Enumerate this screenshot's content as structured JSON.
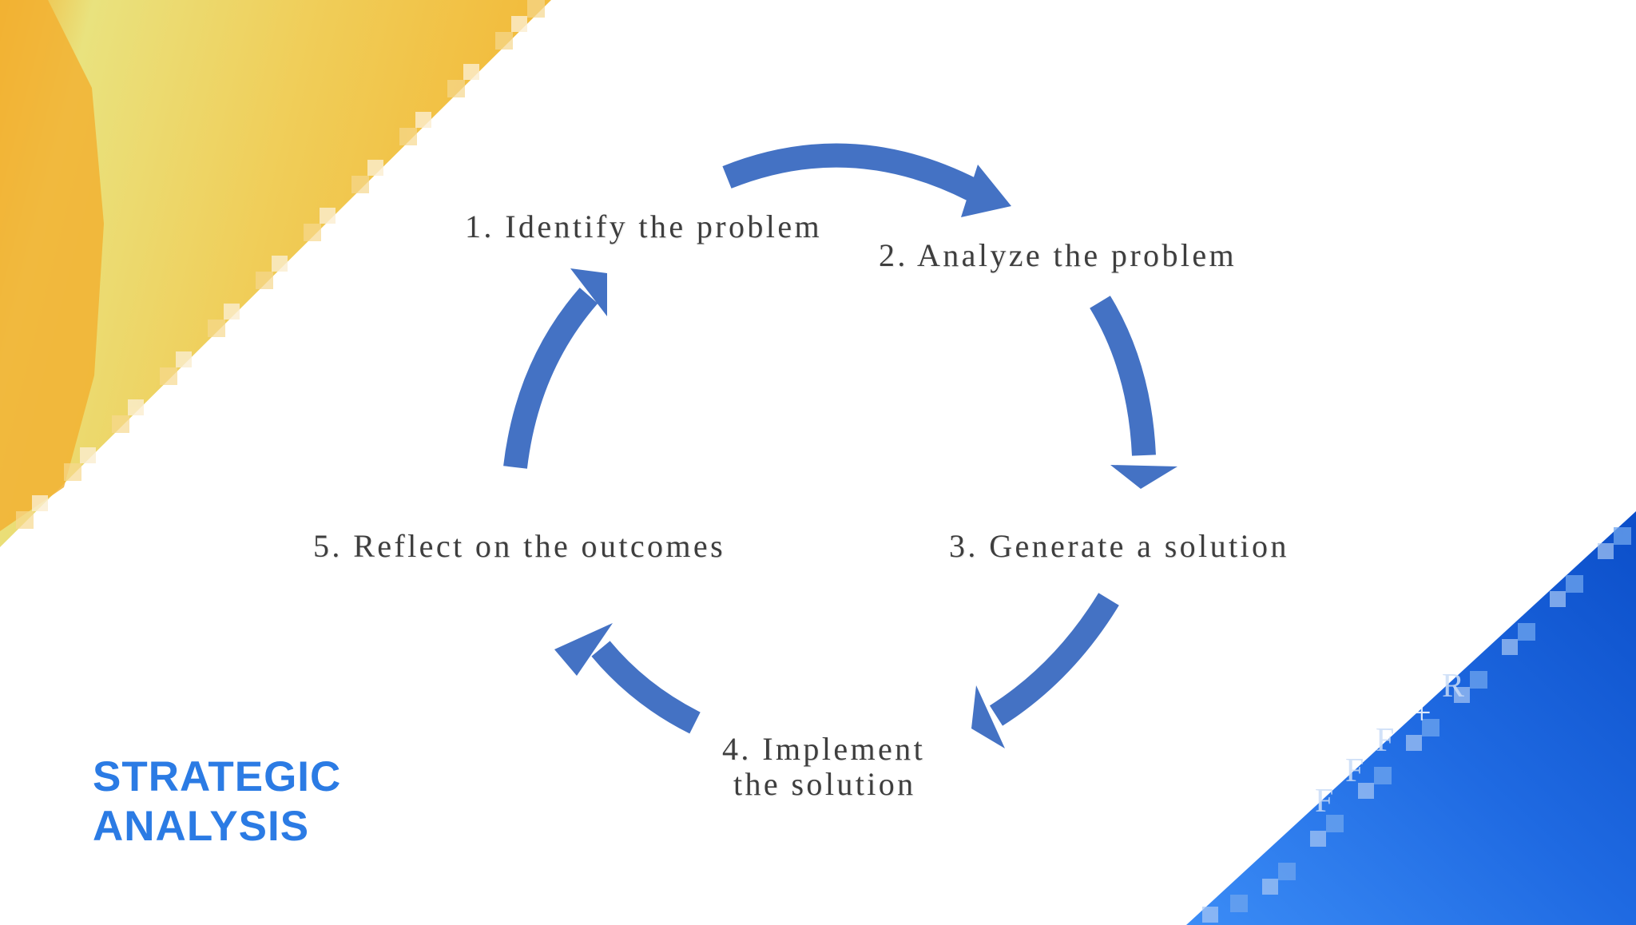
{
  "slide": {
    "title_line1": "STRATEGIC",
    "title_line2": "ANALYSIS"
  },
  "cycle": {
    "steps": [
      "1. Identify the problem",
      "2. Analyze the problem",
      "3. Generate a solution",
      "4. Implement",
      "the solution",
      "5. Reflect on the outcomes"
    ]
  },
  "decoration": {
    "letters": [
      "R",
      "+",
      "F",
      "F",
      "F"
    ]
  },
  "colors": {
    "arrow": "#4472c4",
    "title": "#2b7be4",
    "corner_orange": "#f2b233",
    "corner_yellow": "#ece57b",
    "corner_blue": "#1a63d6"
  }
}
